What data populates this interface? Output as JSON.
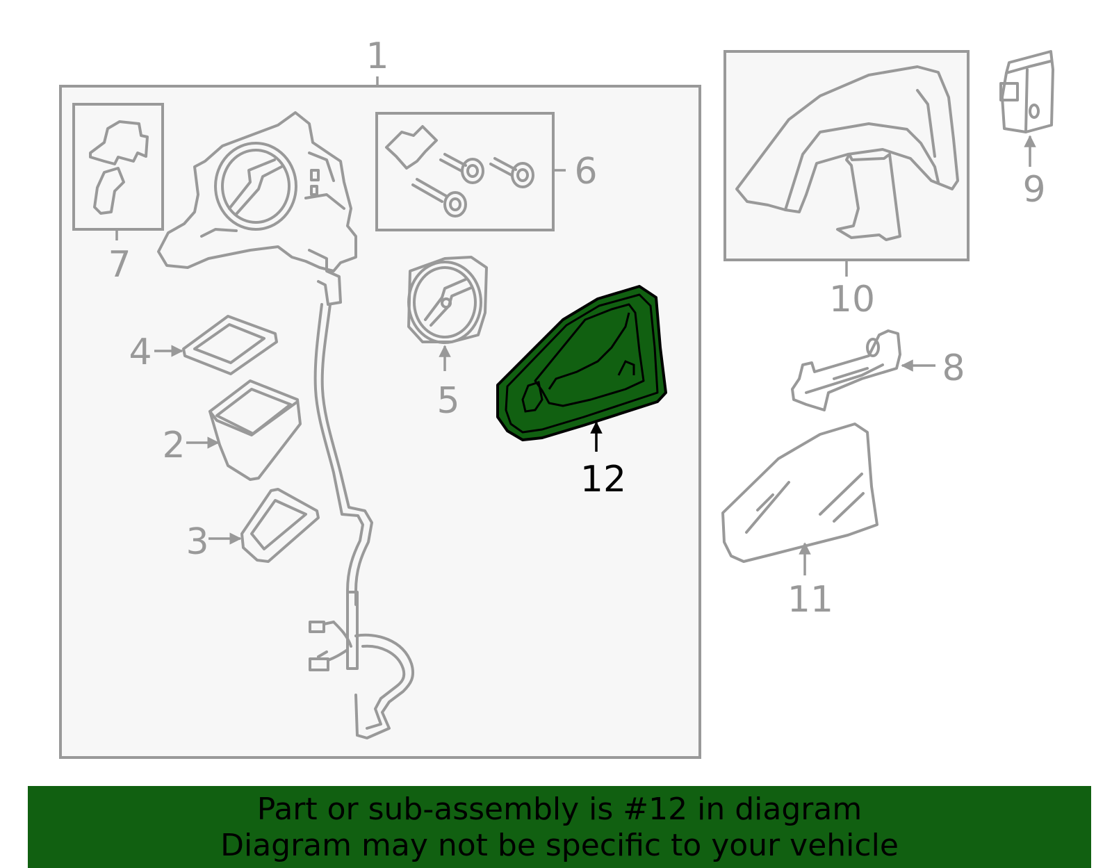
{
  "callouts": {
    "c1": "1",
    "c2": "2",
    "c3": "3",
    "c4": "4",
    "c5": "5",
    "c6": "6",
    "c7": "7",
    "c8": "8",
    "c9": "9",
    "c10": "10",
    "c11": "11",
    "c12": "12"
  },
  "highlight": {
    "part": "12",
    "fill_color": "#116011",
    "outline_color": "#000000"
  },
  "colors": {
    "line_art": "#999999",
    "assembly_box_fill": "#f7f7f7",
    "banner_bg": "#116011"
  },
  "banner": {
    "line1": "Part or sub-assembly is #12 in diagram",
    "line2": "Diagram may not be specific to your vehicle"
  }
}
